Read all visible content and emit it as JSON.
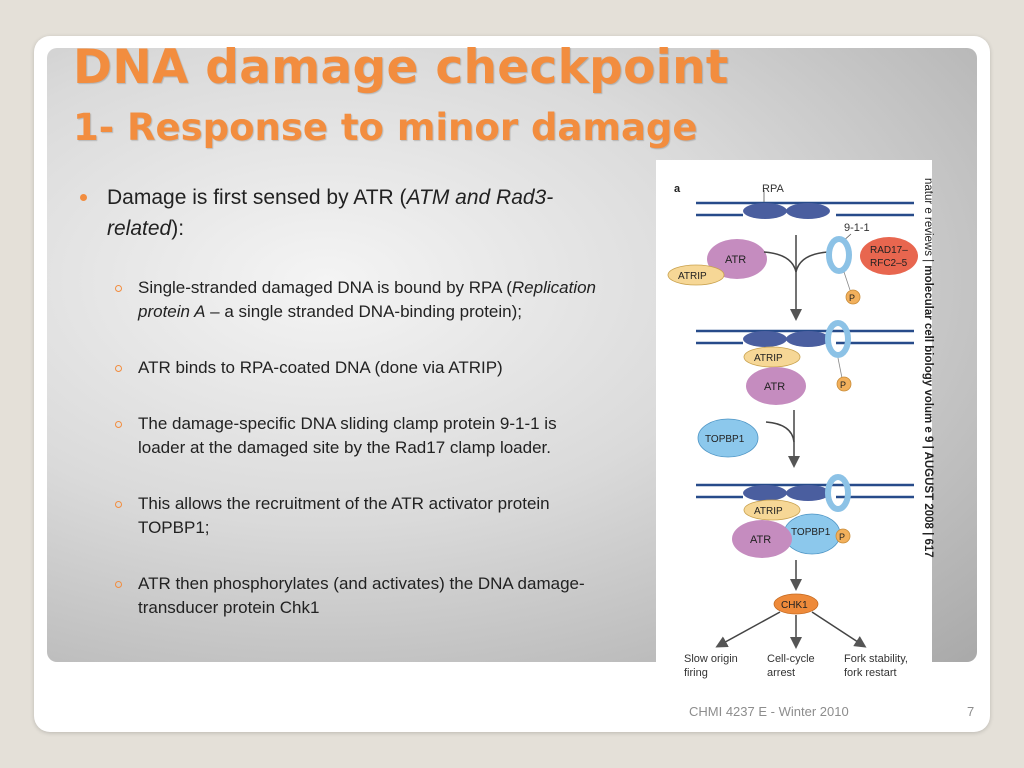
{
  "slide": {
    "title_line1": "DNA damage checkpoint",
    "title_line2": "1- Response to minor damage",
    "bullet_main": {
      "text1": "Damage is first sensed by ATR (",
      "italic": "ATM and Rad3-related",
      "text2": "):"
    },
    "sub_bullets": {
      "s1": {
        "pre": "Single-stranded damaged DNA is bound by RPA (",
        "italic": "Replication protein A",
        "post": " – a single stranded DNA-binding protein);"
      },
      "s2": "ATR binds to RPA-coated DNA (done via ATRIP)",
      "s3": "The damage-specific DNA sliding clamp protein 9-1-1 is loader at the damaged site by the Rad17 clamp loader.",
      "s4": "This allows the recruitment of the ATR activator protein TOPBP1;",
      "s5": "ATR then phosphorylates (and activates) the DNA damage-transducer protein Chk1"
    },
    "footer": "CHMI 4237 E - Winter 2010",
    "page_number": "7"
  },
  "figure": {
    "panel_label": "a",
    "labels": {
      "rpa": "RPA",
      "nine11": "9-1-1",
      "atr": "ATR",
      "atrip": "ATRIP",
      "rad17": "RAD17–",
      "rfc": "RFC2–5",
      "p": "P",
      "topbp1": "TOPBP1",
      "chk1": "CHK1",
      "out1a": "Slow origin",
      "out1b": "firing",
      "out2a": "Cell-cycle",
      "out2b": "arrest",
      "out3a": "Fork stability,",
      "out3b": "fork restart"
    },
    "colors": {
      "dna": "#274b8a",
      "rpa": "#4a5e9f",
      "atr": "#c58cbf",
      "atrip": "#f6d796",
      "ring": "#8cc2e6",
      "rad17": "#e8664f",
      "phospho": "#f2b05c",
      "topbp1": "#8cc8ec",
      "chk1": "#ee8a3a"
    }
  },
  "side_caption": {
    "regular": "natur e reviews | ",
    "bold": "molecular cell biology volum e 9 | AUGUST 2008 | 617"
  }
}
